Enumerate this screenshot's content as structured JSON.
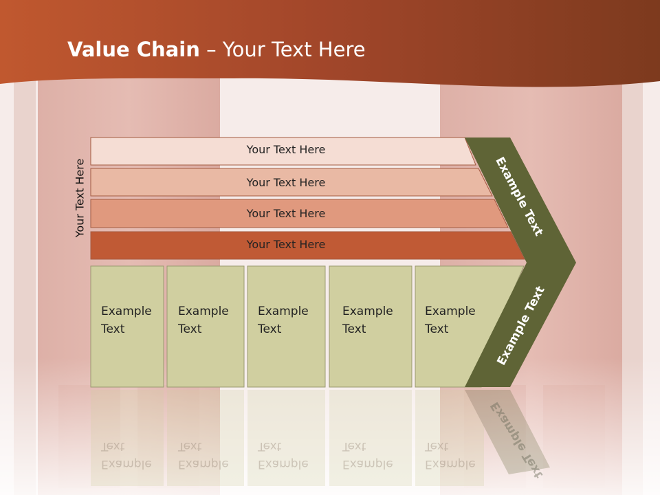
{
  "slide": {
    "title_bold": "Value Chain",
    "title_rest": " – Your Text Here",
    "side_label": "Your Text Here"
  },
  "bands": [
    {
      "label": "Your Text Here",
      "color": "#f5ddd4"
    },
    {
      "label": "Your Text Here",
      "color": "#e9b9a4"
    },
    {
      "label": "Your Text Here",
      "color": "#e0997e"
    },
    {
      "label": "Your Text Here",
      "color": "#c05a35"
    }
  ],
  "boxes": [
    {
      "line1": "Example",
      "line2": "Text"
    },
    {
      "line1": "Example",
      "line2": "Text"
    },
    {
      "line1": "Example",
      "line2": "Text"
    },
    {
      "line1": "Example",
      "line2": "Text"
    },
    {
      "line1": "Example",
      "line2": "Text"
    }
  ],
  "chevron": {
    "upper_label": "Example Text",
    "lower_label": "Example Text",
    "color": "#5f6436"
  },
  "colors": {
    "header": "#a6482a",
    "box_fill": "#d0cfa0"
  }
}
